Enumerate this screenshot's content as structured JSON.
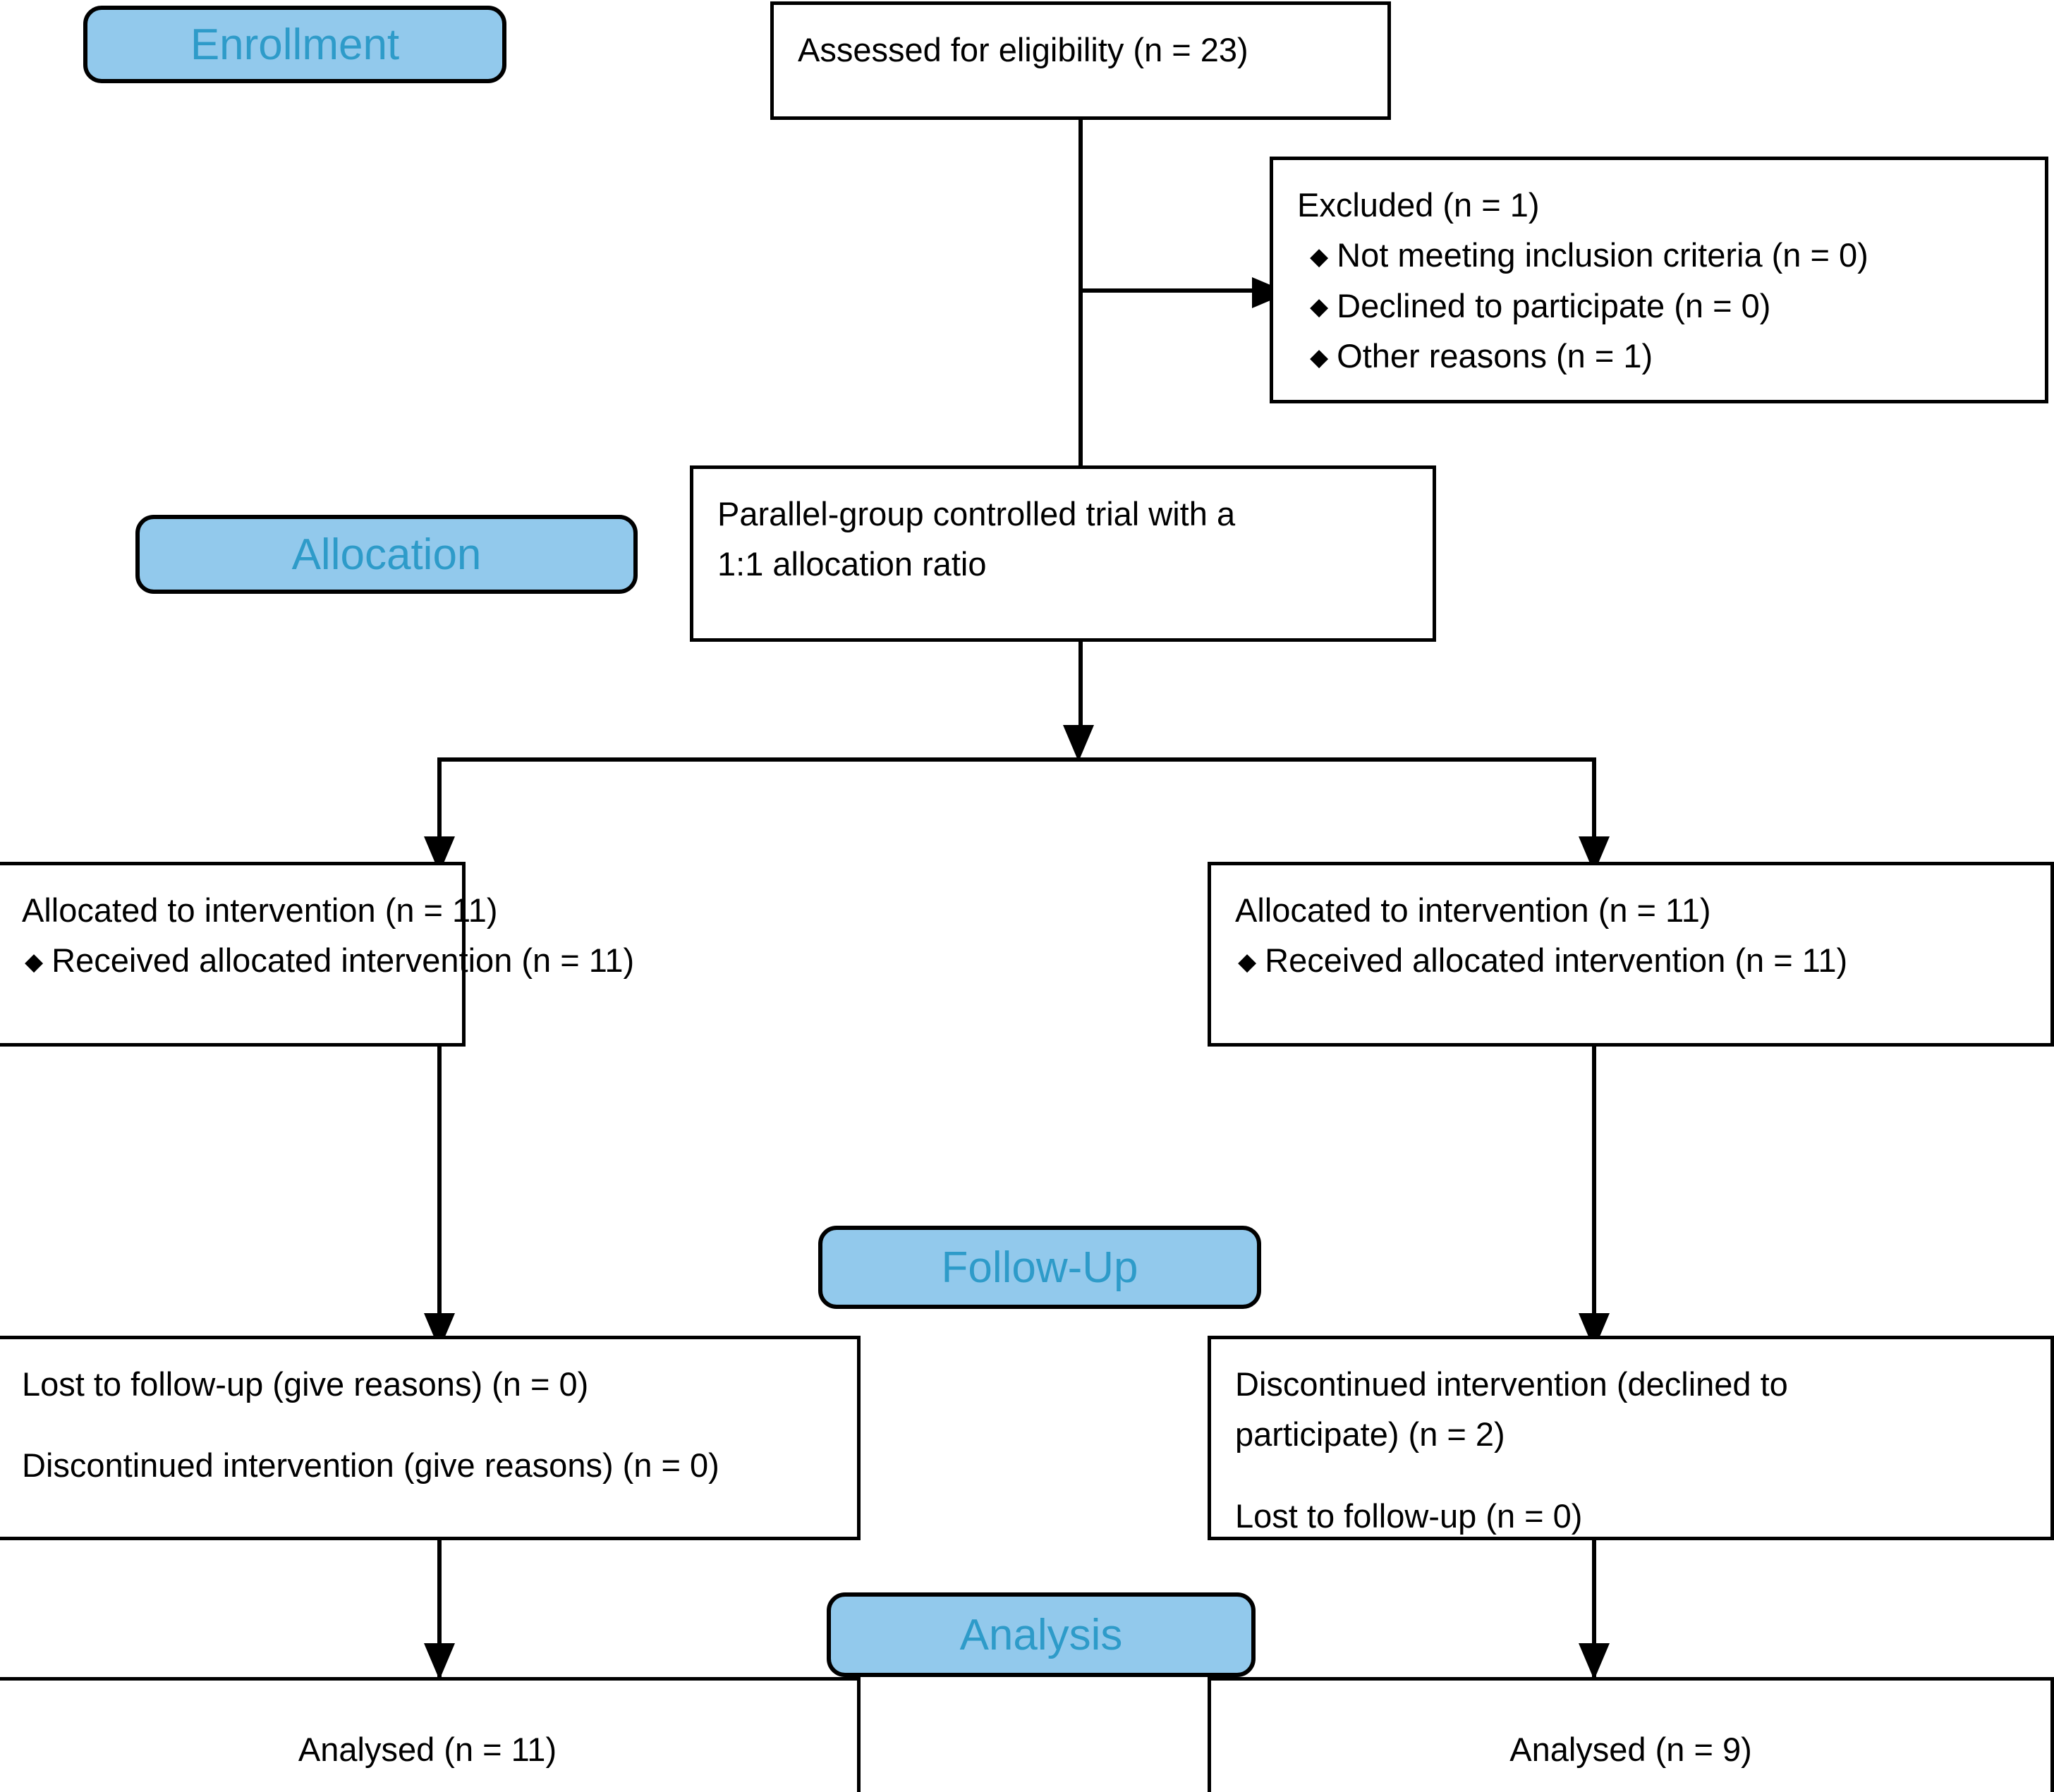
{
  "diagram": {
    "type": "CONSORT participant flow diagram",
    "accent_blue_fill": "#92c9ec",
    "accent_blue_text": "#2e9bc9",
    "line_color": "#000000",
    "bullet_glyph": "♦"
  },
  "stages": {
    "enrollment": "Enrollment",
    "allocation": "Allocation",
    "follow_up": "Follow-Up",
    "analysis": "Analysis"
  },
  "enrollment": {
    "assessed": "Assessed for eligibility (n = 23)",
    "excluded_title": "Excluded (n = 1)",
    "excluded_reasons": [
      "Not meeting inclusion criteria (n = 0)",
      "Declined to participate (n = 0)",
      "Other reasons (n = 1)"
    ]
  },
  "allocation_design": {
    "line1": "Parallel-group controlled trial with a",
    "line2": "1:1 allocation ratio"
  },
  "arms": [
    {
      "side": "left",
      "allocated_title": "Allocated to intervention (n = 11)",
      "allocated_bullets": [
        "Received allocated intervention (n = 11)"
      ],
      "followup_lines": [
        "Lost to follow-up (give reasons) (n = 0)",
        "Discontinued intervention (give reasons) (n = 0)"
      ],
      "analysed": "Analysed (n = 11)"
    },
    {
      "side": "right",
      "allocated_title": "Allocated to intervention (n = 11)",
      "allocated_bullets": [
        "Received allocated intervention (n = 11)"
      ],
      "followup_lines": [
        "Discontinued intervention (declined to",
        "participate) (n = 2)",
        "Lost to follow-up (n = 0)"
      ],
      "analysed": "Analysed (n = 9)"
    }
  ]
}
